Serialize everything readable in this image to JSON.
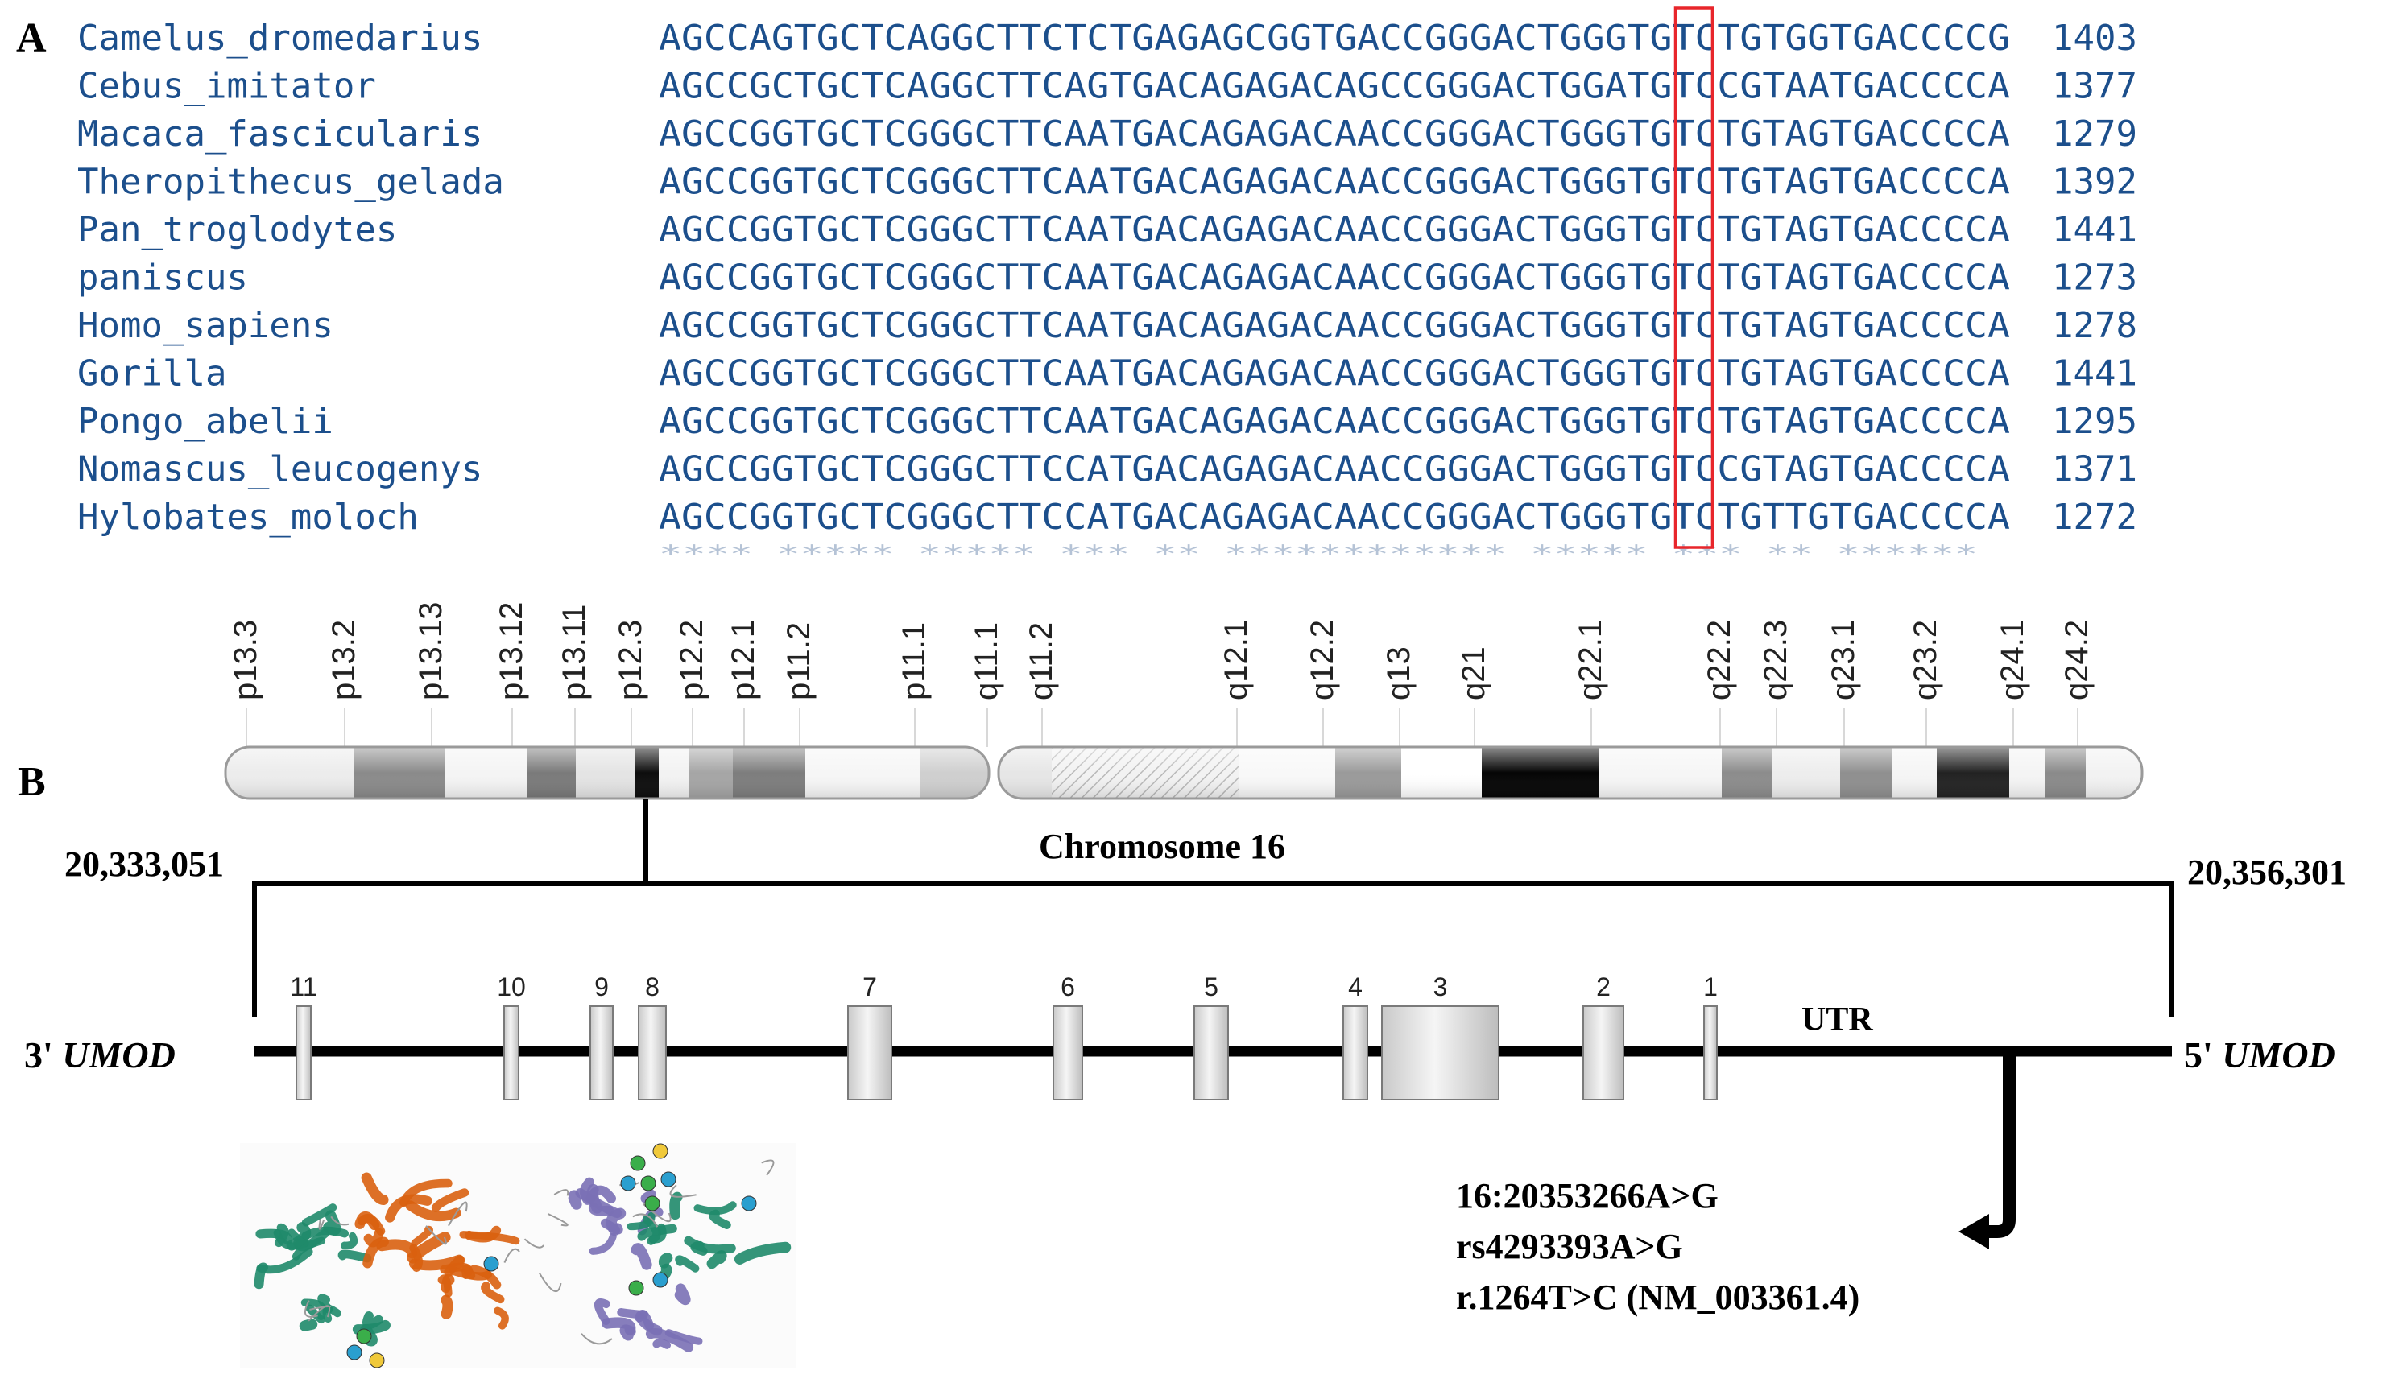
{
  "panel_a_label": "A",
  "panel_b_label": "B",
  "alignment": {
    "rows": [
      {
        "species": "Camelus_dromedarius",
        "sequence": "AGCCAGTGCTCAGGCTTCTCTGAGAGCGGTGACCGGGACTGGGTGTCTGTGGTGACCCCG",
        "position": "1403"
      },
      {
        "species": "Cebus_imitator",
        "sequence": "AGCCGCTGCTCAGGCTTCAGTGACAGAGACAGCCGGGACTGGATGTCCGTAATGACCCCA",
        "position": "1377"
      },
      {
        "species": "Macaca_fascicularis",
        "sequence": "AGCCGGTGCTCGGGCTTCAATGACAGAGACAACCGGGACTGGGTGTCTGTAGTGACCCCA",
        "position": "1279"
      },
      {
        "species": "Theropithecus_gelada",
        "sequence": "AGCCGGTGCTCGGGCTTCAATGACAGAGACAACCGGGACTGGGTGTCTGTAGTGACCCCA",
        "position": "1392"
      },
      {
        "species": "Pan_troglodytes",
        "sequence": "AGCCGGTGCTCGGGCTTCAATGACAGAGACAACCGGGACTGGGTGTCTGTAGTGACCCCA",
        "position": "1441"
      },
      {
        "species": "paniscus",
        "sequence": "AGCCGGTGCTCGGGCTTCAATGACAGAGACAACCGGGACTGGGTGTCTGTAGTGACCCCA",
        "position": "1273"
      },
      {
        "species": "Homo_sapiens",
        "sequence": "AGCCGGTGCTCGGGCTTCAATGACAGAGACAACCGGGACTGGGTGTCTGTAGTGACCCCA",
        "position": "1278"
      },
      {
        "species": "Gorilla",
        "sequence": "AGCCGGTGCTCGGGCTTCAATGACAGAGACAACCGGGACTGGGTGTCTGTAGTGACCCCA",
        "position": "1441"
      },
      {
        "species": "Pongo_abelii",
        "sequence": "AGCCGGTGCTCGGGCTTCAATGACAGAGACAACCGGGACTGGGTGTCTGTAGTGACCCCA",
        "position": "1295"
      },
      {
        "species": "Nomascus_leucogenys",
        "sequence": "AGCCGGTGCTCGGGCTTCCATGACAGAGACAACCGGGACTGGGTGTCCGTAGTGACCCCA",
        "position": "1371"
      },
      {
        "species": "Hylobates_moloch",
        "sequence": "AGCCGGTGCTCGGGCTTCCATGACAGAGACAACCGGGACTGGGTGTCTGTTGTGACCCCA",
        "position": "1272"
      }
    ],
    "highlight_columns": [
      45,
      46
    ],
    "highlight_color": "#e8262b",
    "conservation_marks": "**** ***** ***** *** ** ************ ***** *** ** ******",
    "text_color": "#1c4f8c"
  },
  "chromosome": {
    "name": "Chromosome 16",
    "bands": [
      "p13.3",
      "p13.2",
      "p13.13",
      "p13.12",
      "p13.11",
      "p12.3",
      "p12.2",
      "p12.1",
      "p11.2",
      "p11.1",
      "q11.1",
      "q11.2",
      "q12.1",
      "q12.2",
      "q13",
      "q21",
      "q22.1",
      "q22.2",
      "q22.3",
      "q23.1",
      "q23.2",
      "q24.1",
      "q24.2"
    ]
  },
  "gene": {
    "start_coord": "20,333,051",
    "end_coord": "20,356,301",
    "left_label_prefix": "3'",
    "right_label_prefix": "5'",
    "gene_name": "UMOD",
    "utr_label": "UTR",
    "exons": [
      "11",
      "10",
      "9",
      "8",
      "7",
      "6",
      "5",
      "4",
      "3",
      "2",
      "1"
    ]
  },
  "variant": {
    "lines": [
      "16:20353266A>G",
      "rs4293393A>G",
      "r.1264T>C (NM_003361.4)"
    ]
  },
  "protein_structure": {
    "colors": [
      "#1f8a6a",
      "#d9610f",
      "#7a70b5",
      "#2a9fcf",
      "#3aae4a",
      "#f0c93a"
    ]
  }
}
